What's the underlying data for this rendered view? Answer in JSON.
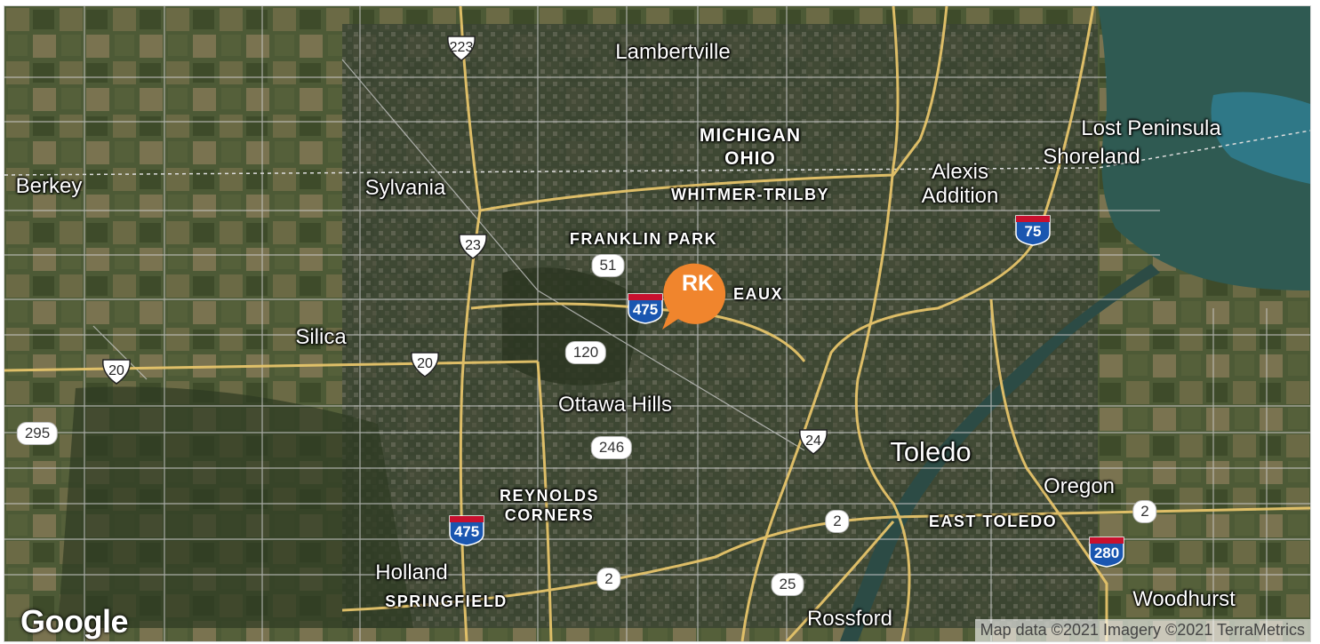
{
  "map": {
    "type": "satellite",
    "provider_logo": "Google",
    "attribution": "Map data ©2021 Imagery ©2021 TerraMetrics"
  },
  "marker": {
    "initials": "RK",
    "color": "#f0852d"
  },
  "places": {
    "lambertville": "Lambertville",
    "berkey": "Berkey",
    "sylvania": "Sylvania",
    "silica": "Silica",
    "ottawa_hills": "Ottawa Hills",
    "toledo": "Toledo",
    "holland": "Holland",
    "rossford": "Rossford",
    "oregon": "Oregon",
    "woodhurst": "Woodhurst",
    "alexis_addition": "Alexis\nAddition",
    "lost_peninsula": "Lost Peninsula",
    "shoreland": "Shoreland"
  },
  "states": {
    "michigan": "MICHIGAN",
    "ohio": "OHIO"
  },
  "districts": {
    "whitmer_trilby": "WHITMER-TRILBY",
    "franklin_park": "FRANKLIN PARK",
    "deveaux": "EAUX",
    "reynolds_corners": "REYNOLDS\nCORNERS",
    "east_toledo": "EAST TOLEDO",
    "springfield": "SPRINGFIELD"
  },
  "routes": {
    "us223": "223",
    "us23": "23",
    "us20_left": "20",
    "us20": "20",
    "us24": "24",
    "i475_north": "475",
    "i475_south": "475",
    "i75": "75",
    "i280": "280",
    "r51": "51",
    "r120": "120",
    "r246": "246",
    "r295": "295",
    "r2_center": "2",
    "r2_south": "2",
    "r2_east": "2",
    "r25": "25"
  },
  "colors": {
    "highway": "#e6c46a",
    "road": "#cfcfcf",
    "water": "#2f5a52",
    "interstate_blue": "#1a56b0",
    "interstate_red": "#c8102e"
  }
}
